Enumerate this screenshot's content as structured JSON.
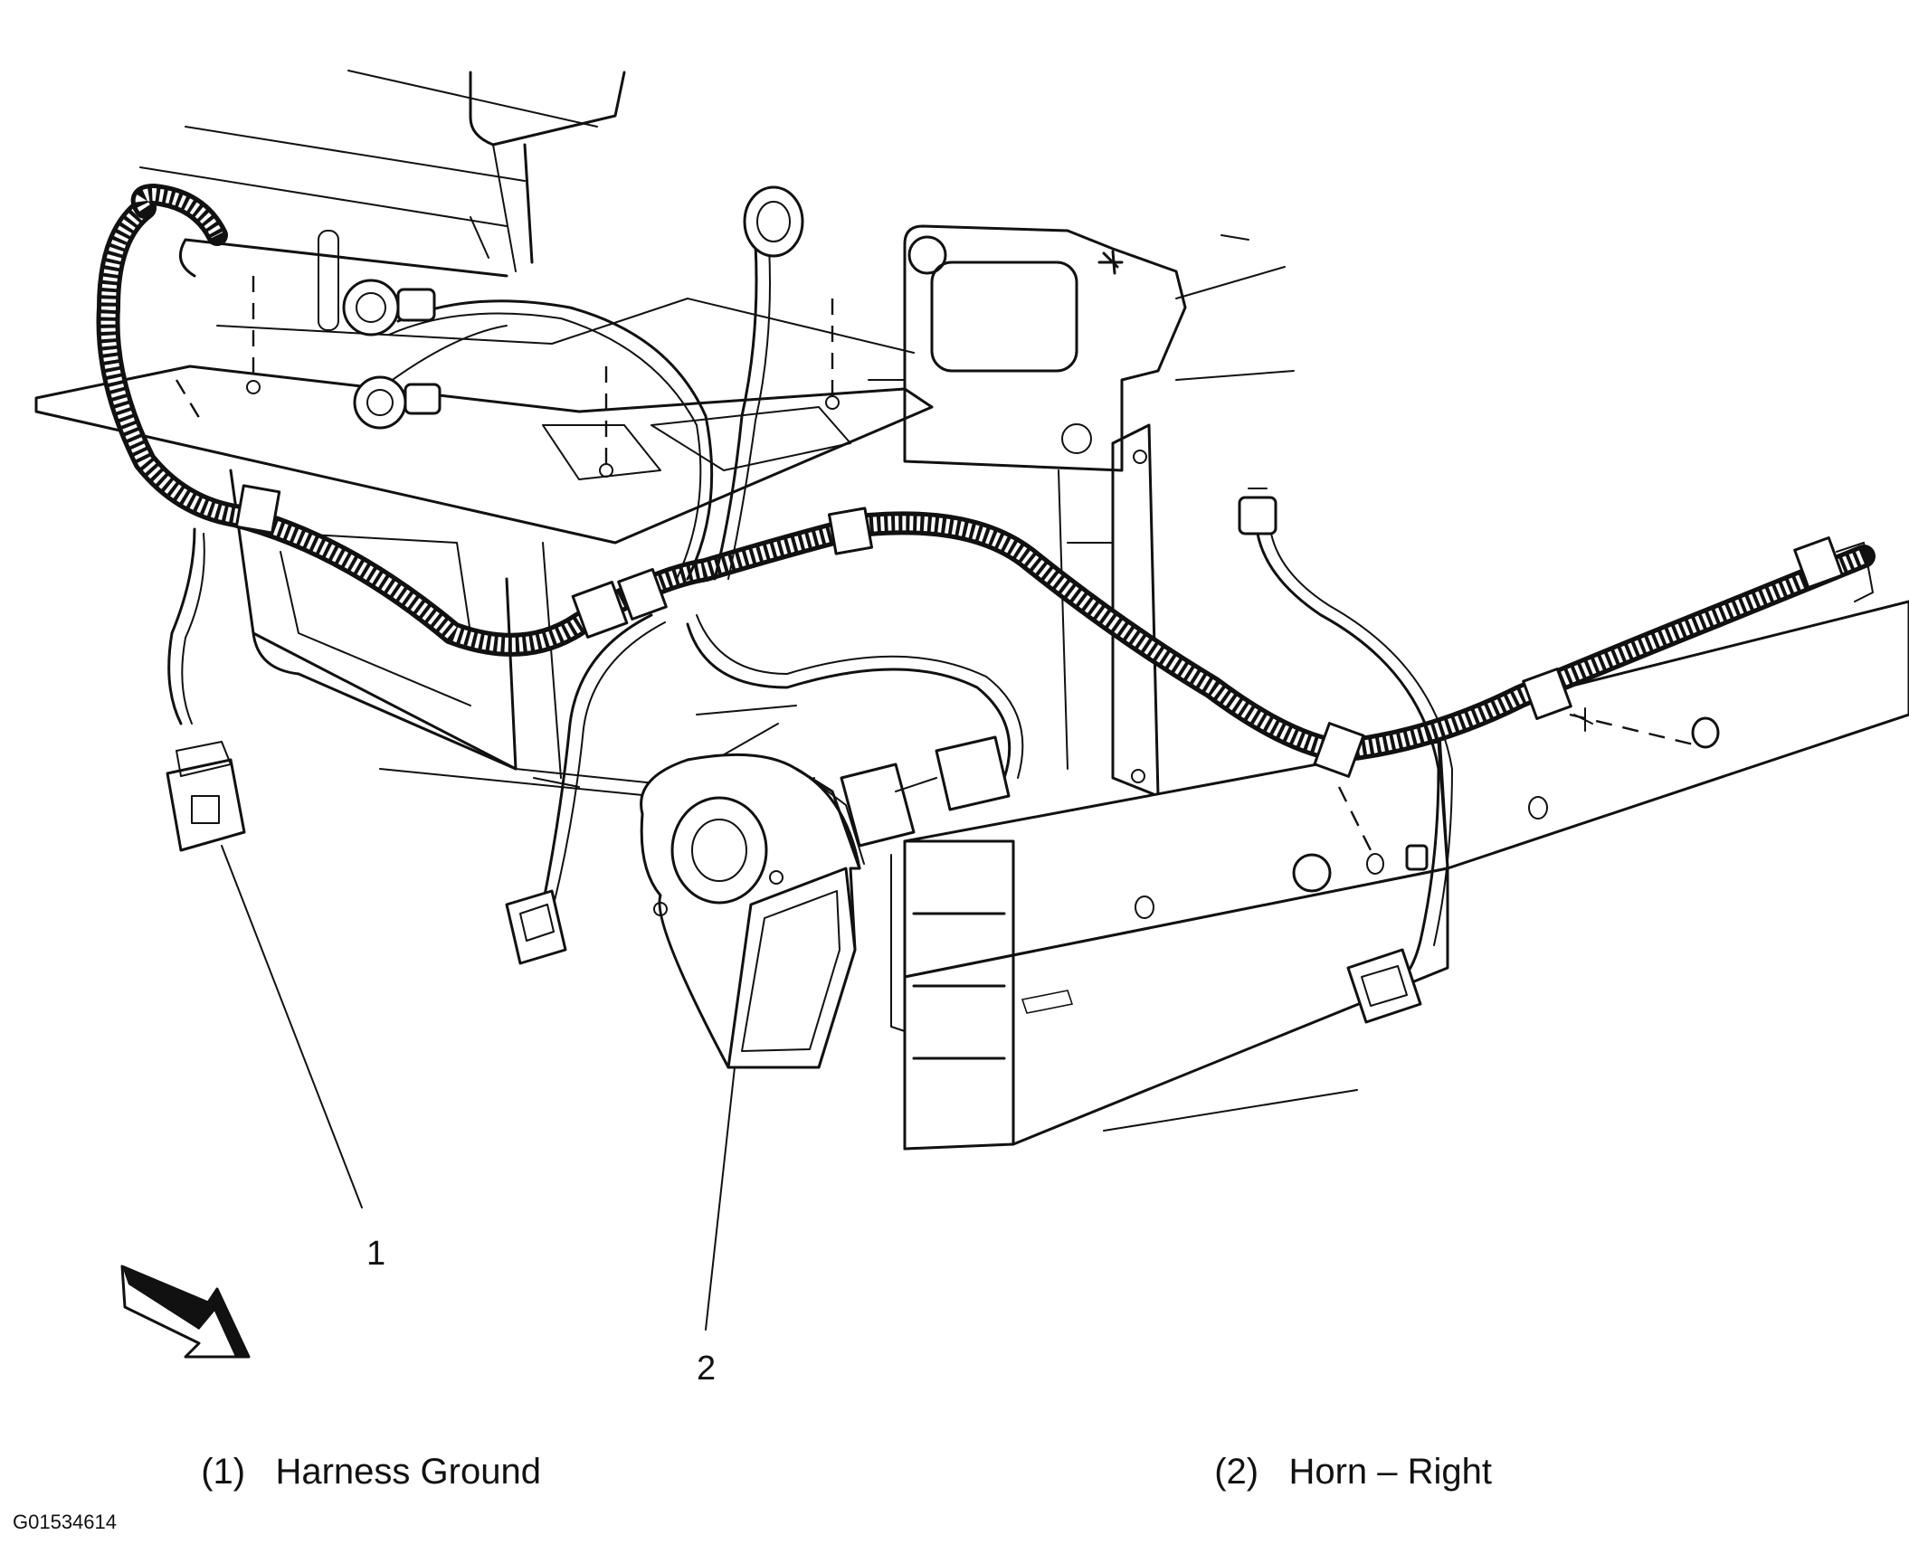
{
  "callouts": [
    {
      "id": "1",
      "number": "1",
      "label": "Harness Ground"
    },
    {
      "id": "2",
      "number": "2",
      "label": "Horn – Right"
    }
  ],
  "legend": [
    {
      "key": "(1)",
      "text": "Harness Ground"
    },
    {
      "key": "(2)",
      "text": "Horn – Right"
    }
  ],
  "figure_code": "G01534614",
  "icons": [
    "direction-arrow-icon",
    "horn-icon",
    "connector-icon",
    "harness-icon"
  ]
}
